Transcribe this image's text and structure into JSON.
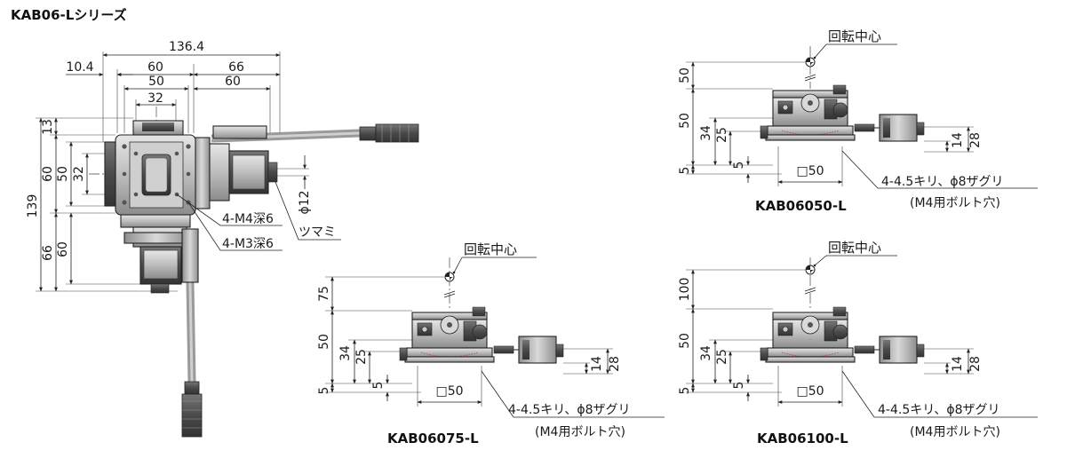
{
  "title": "KAB06-Lシリーズ",
  "main": {
    "d_total": "136.4",
    "d_left": "10.4",
    "d_60_top": "60",
    "d_66_top": "66",
    "d_50_top": "50",
    "d_60_top2": "60",
    "d_32_top": "32",
    "d_13": "13",
    "d_139": "139",
    "d_60_v": "60",
    "d_50_v": "50",
    "d_32_v": "32",
    "d_66_v": "66",
    "d_60_v2": "60",
    "d_phi12": "ϕ12",
    "label_m4": "4-M4深6",
    "label_m3": "4-M3深6",
    "label_knob": "ツマミ"
  },
  "views": [
    {
      "model": "KAB06050-L",
      "center_label": "回転中心",
      "d_height": "50",
      "d_body": "50",
      "d_34": "34",
      "d_25": "25",
      "d_5a": "5",
      "d_5b": "5",
      "d_14": "14",
      "d_28": "28",
      "d_square": "□50",
      "note1": "4-4.5キリ、ϕ8ザグリ",
      "note2": "(M4用ボルト穴)"
    },
    {
      "model": "KAB06075-L",
      "center_label": "回転中心",
      "d_height": "75",
      "d_body": "50",
      "d_34": "34",
      "d_25": "25",
      "d_5a": "5",
      "d_5b": "5",
      "d_14": "14",
      "d_28": "28",
      "d_square": "□50",
      "note1": "4-4.5キリ、ϕ8ザグリ",
      "note2": "(M4用ボルト穴)"
    },
    {
      "model": "KAB06100-L",
      "center_label": "回転中心",
      "d_height": "100",
      "d_body": "50",
      "d_34": "34",
      "d_25": "25",
      "d_5a": "5",
      "d_5b": "5",
      "d_14": "14",
      "d_28": "28",
      "d_square": "□50",
      "note1": "4-4.5キリ、ϕ8ザグリ",
      "note2": "(M4用ボルト穴)"
    }
  ]
}
